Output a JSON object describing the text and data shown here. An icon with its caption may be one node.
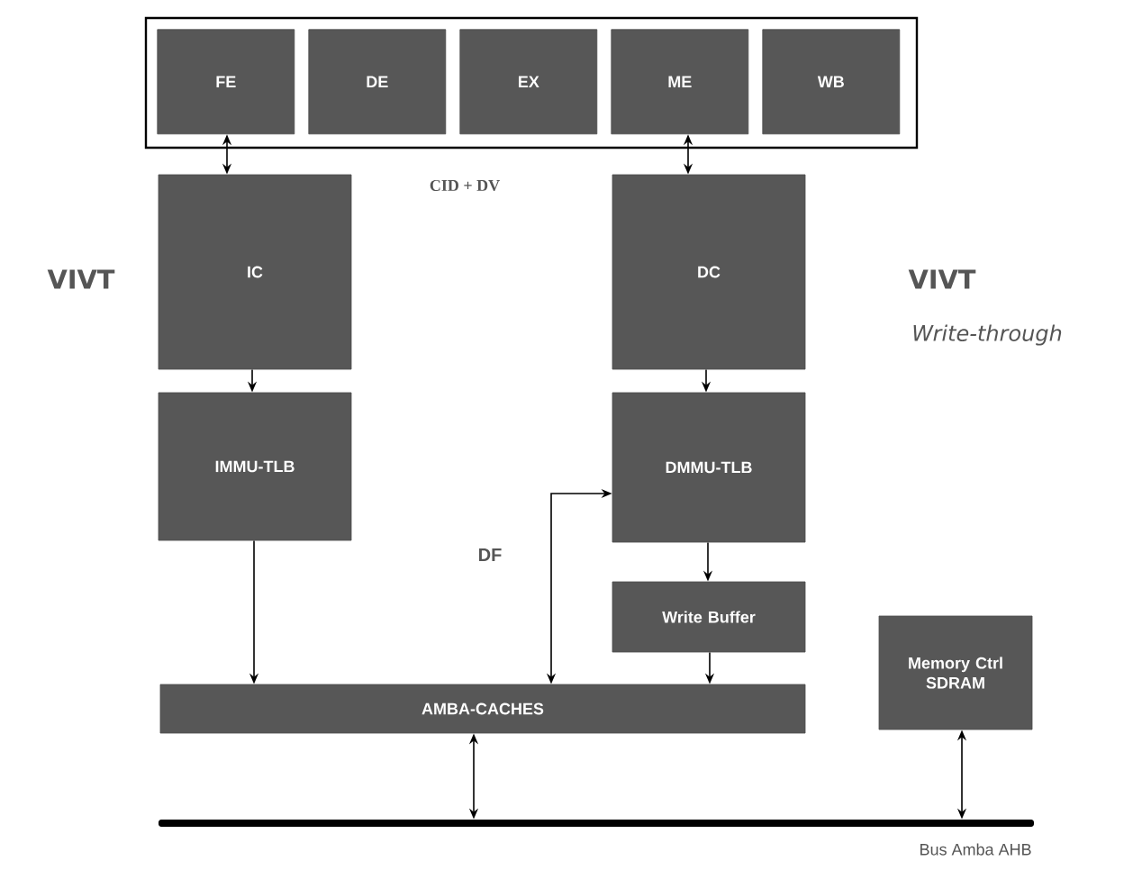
{
  "diagram": {
    "nodes": [
      {
        "text": [],
        "shape": "box"
      },
      {
        "text": [
          "FE"
        ],
        "in": 0
      },
      {
        "text": [
          "DE"
        ],
        "in": 0
      },
      {
        "text": [
          "EX"
        ],
        "in": 0
      },
      {
        "text": [
          "ME"
        ],
        "in": 0
      },
      {
        "text": [
          "WB"
        ],
        "in": 0
      },
      {
        "text": [
          "IC"
        ]
      },
      {
        "text": [
          "DC"
        ]
      },
      {
        "text": [
          "IMMU-TLB"
        ]
      },
      {
        "text": [
          "DMMU-TLB"
        ]
      },
      {
        "text": [
          "Write Buffer"
        ]
      },
      {
        "text": [
          "AMBA-CACHES"
        ]
      },
      {
        "text": [
          "Memory Ctrl SDRAM"
        ]
      },
      {
        "text": [],
        "shape": "bar",
        "beside": [
          "Bus Amba AHB"
        ]
      }
    ],
    "edges": [
      {
        "from": 1,
        "to": 6,
        "arrow": "both"
      },
      {
        "from": 4,
        "to": 7,
        "arrow": "both"
      },
      {
        "from": 6,
        "to": 8,
        "arrow": "to"
      },
      {
        "from": 7,
        "to": 9,
        "arrow": "to"
      },
      {
        "from": 8,
        "to": 11,
        "arrow": "to"
      },
      {
        "from": 9,
        "to": 10,
        "arrow": "to"
      },
      {
        "from": 10,
        "to": 11,
        "arrow": "to"
      },
      {
        "from": 11,
        "to": 9,
        "arrow": "both",
        "label": "DF"
      },
      {
        "from": 11,
        "to": 13,
        "arrow": "both"
      },
      {
        "from": 12,
        "to": 13,
        "arrow": "both"
      }
    ],
    "labels": [
      "CID + DV",
      "VIVT",
      "VIVT",
      "Write-through"
    ]
  }
}
